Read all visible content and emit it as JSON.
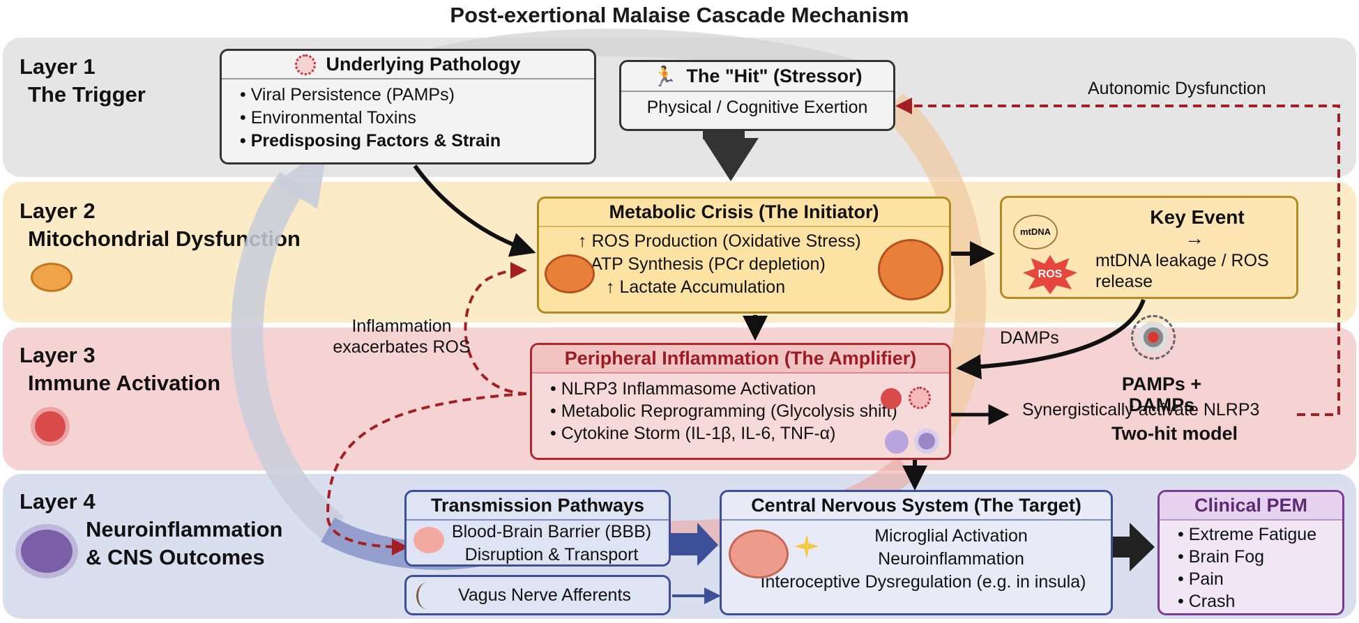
{
  "title": "Post-exertional Malaise Cascade Mechanism",
  "layers": [
    {
      "num": "Layer 1",
      "name": "The Trigger"
    },
    {
      "num": "Layer 2",
      "name": "Mitochondrial Dysfunction"
    },
    {
      "num": "Layer 3",
      "name": "Immune Activation"
    },
    {
      "num": "Layer 4",
      "name": "Neuroinflammation",
      "name2": "& CNS Outcomes"
    }
  ],
  "pathology": {
    "title": "Underlying Pathology",
    "items": [
      "Viral Persistence (PAMPs)",
      "Environmental Toxins",
      "Predisposing Factors & Strain"
    ]
  },
  "hit": {
    "title": "The \"Hit\" (Stressor)",
    "line": "Physical / Cognitive Exertion"
  },
  "autonomic": "Autonomic Dysfunction",
  "metabolic": {
    "title": "Metabolic Crisis (The Initiator)",
    "items": [
      "↑ ROS Production (Oxidative Stress)",
      "↓ ATP Synthesis (PCr depletion)",
      "↑  Lactate Accumulation"
    ]
  },
  "key_event": {
    "title": "Key Event",
    "arrow": "→",
    "text1": "mtDNA leakage / ROS",
    "text2": "release",
    "ros": "ROS",
    "mtdna": "mtDNA"
  },
  "inflammation_note": {
    "line1": "Inflammation",
    "line2": "exacerbates ROS"
  },
  "damps": "DAMPs",
  "peripheral": {
    "title": "Peripheral Inflammation (The Amplifier)",
    "items": [
      "NLRP3 Inflammasome Activation",
      "Metabolic Reprogramming (Glycolysis shift)",
      "Cytokine Storm (IL-1β, IL-6, TNF-α)"
    ]
  },
  "pamps_damps": {
    "title": "PAMPs + DAMPs",
    "line": "Synergistically activate NLRP3",
    "model": "Two-hit model"
  },
  "transmission": {
    "title": "Transmission Pathways",
    "line1": "Blood-Brain Barrier (BBB)",
    "line2": "Disruption & Transport"
  },
  "vagus": "Vagus Nerve Afferents",
  "cns": {
    "title": "Central Nervous System (The Target)",
    "line1": "Microglial Activation",
    "line2": "Neuroinflammation",
    "line3": "Interoceptive Dysregulation (e.g. in insula)"
  },
  "clinical": {
    "title": "Clinical PEM",
    "items": [
      "Extreme Fatigue",
      "Brain Fog",
      "Pain",
      "Crash"
    ]
  },
  "colors": {
    "layer1": "#e5e5e5",
    "layer2": "#fcebc7",
    "layer3": "#f6d3d3",
    "layer4": "#dadff0",
    "dashed_red": "#a31f24",
    "clinical_border": "#7a3b94"
  }
}
